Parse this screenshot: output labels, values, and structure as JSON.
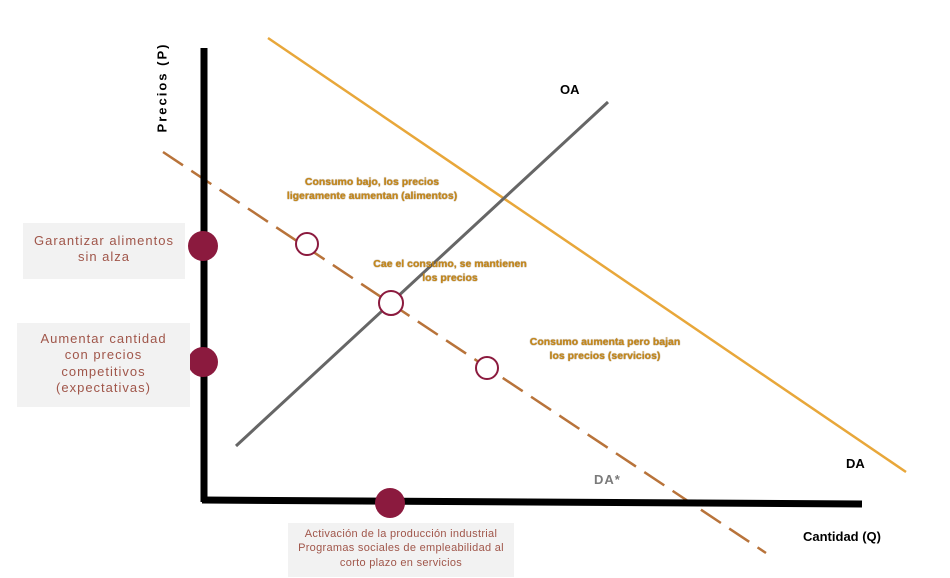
{
  "axes": {
    "y_label": "Precios (P)",
    "x_label": "Cantidad (Q)"
  },
  "curves": {
    "supply": {
      "label": "OA",
      "color": "#666666"
    },
    "demand": {
      "label": "DA",
      "color": "#e8a73a"
    },
    "new_demand": {
      "label": "DA*",
      "color": "#b8733a"
    }
  },
  "annotations": {
    "low_consumption": [
      "Consumo bajo, los precios",
      "ligeramente aumentan (alimentos)"
    ],
    "falls_consumption": [
      "Cae el consumo, se mantienen",
      "los precios"
    ],
    "rises_consumption": [
      "Consumo aumenta  pero bajan",
      "los precios (servicios)"
    ]
  },
  "policy_boxes": {
    "guarantee": [
      "Garantizar alimentos",
      "sin alza"
    ],
    "increase": [
      "Aumentar cantidad",
      "con precios",
      "competitivos",
      "(expectativas)"
    ],
    "activation": [
      "Activación de la producción industrial",
      "Programas sociales de empleabilidad al",
      "corto plazo en servicios"
    ]
  },
  "colors": {
    "axis": "#000000",
    "marker_fill": "#8b1a3e",
    "hollow_marker_stroke": "#8b1a3e",
    "policy_text": "#a0564a",
    "note_text": "#c8891a"
  }
}
